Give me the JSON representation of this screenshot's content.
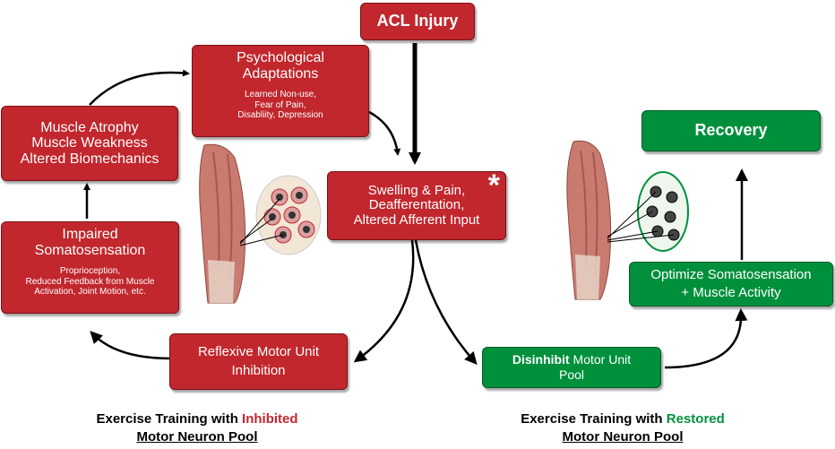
{
  "title": "ACL Injury",
  "psych": {
    "heading": [
      "Psychological",
      "Adaptations"
    ],
    "details": [
      "Learned Non-use,",
      "Fear of Pain,",
      "Disabliity, Depression"
    ]
  },
  "atrophy": {
    "lines": [
      "Muscle Atrophy",
      "Muscle Weakness",
      "Altered Biomechanics"
    ]
  },
  "swelling": {
    "lines": [
      "Swelling & Pain,",
      "Deafferentation,",
      "Altered Afferent Input"
    ],
    "marker": "*"
  },
  "somato": {
    "heading": [
      "Impaired",
      "Somatosensation"
    ],
    "details": [
      "Proprioception,",
      "Reduced Feedback from Muscle",
      "Activation, Joint Motion, etc."
    ]
  },
  "reflexive": {
    "lines": [
      "Reflexive Motor Unit",
      "Inhibition"
    ]
  },
  "recovery": {
    "label": "Recovery"
  },
  "optimize": {
    "lines": [
      "Optimize Somatosensation",
      "+ Muscle Activity"
    ]
  },
  "disinhibit": {
    "bold": "Disinhibit",
    "rest": " Motor Unit",
    "line2": "Pool"
  },
  "caption_left": {
    "prefix": "Exercise Training with ",
    "highlight": "Inhibited",
    "line2": "Motor Neuron Pool"
  },
  "caption_right": {
    "prefix": "Exercise Training with ",
    "highlight": "Restored",
    "line2": "Motor Neuron Pool"
  },
  "colors": {
    "red": "#c1272d",
    "green": "#00903c",
    "arrow": "#000000"
  }
}
